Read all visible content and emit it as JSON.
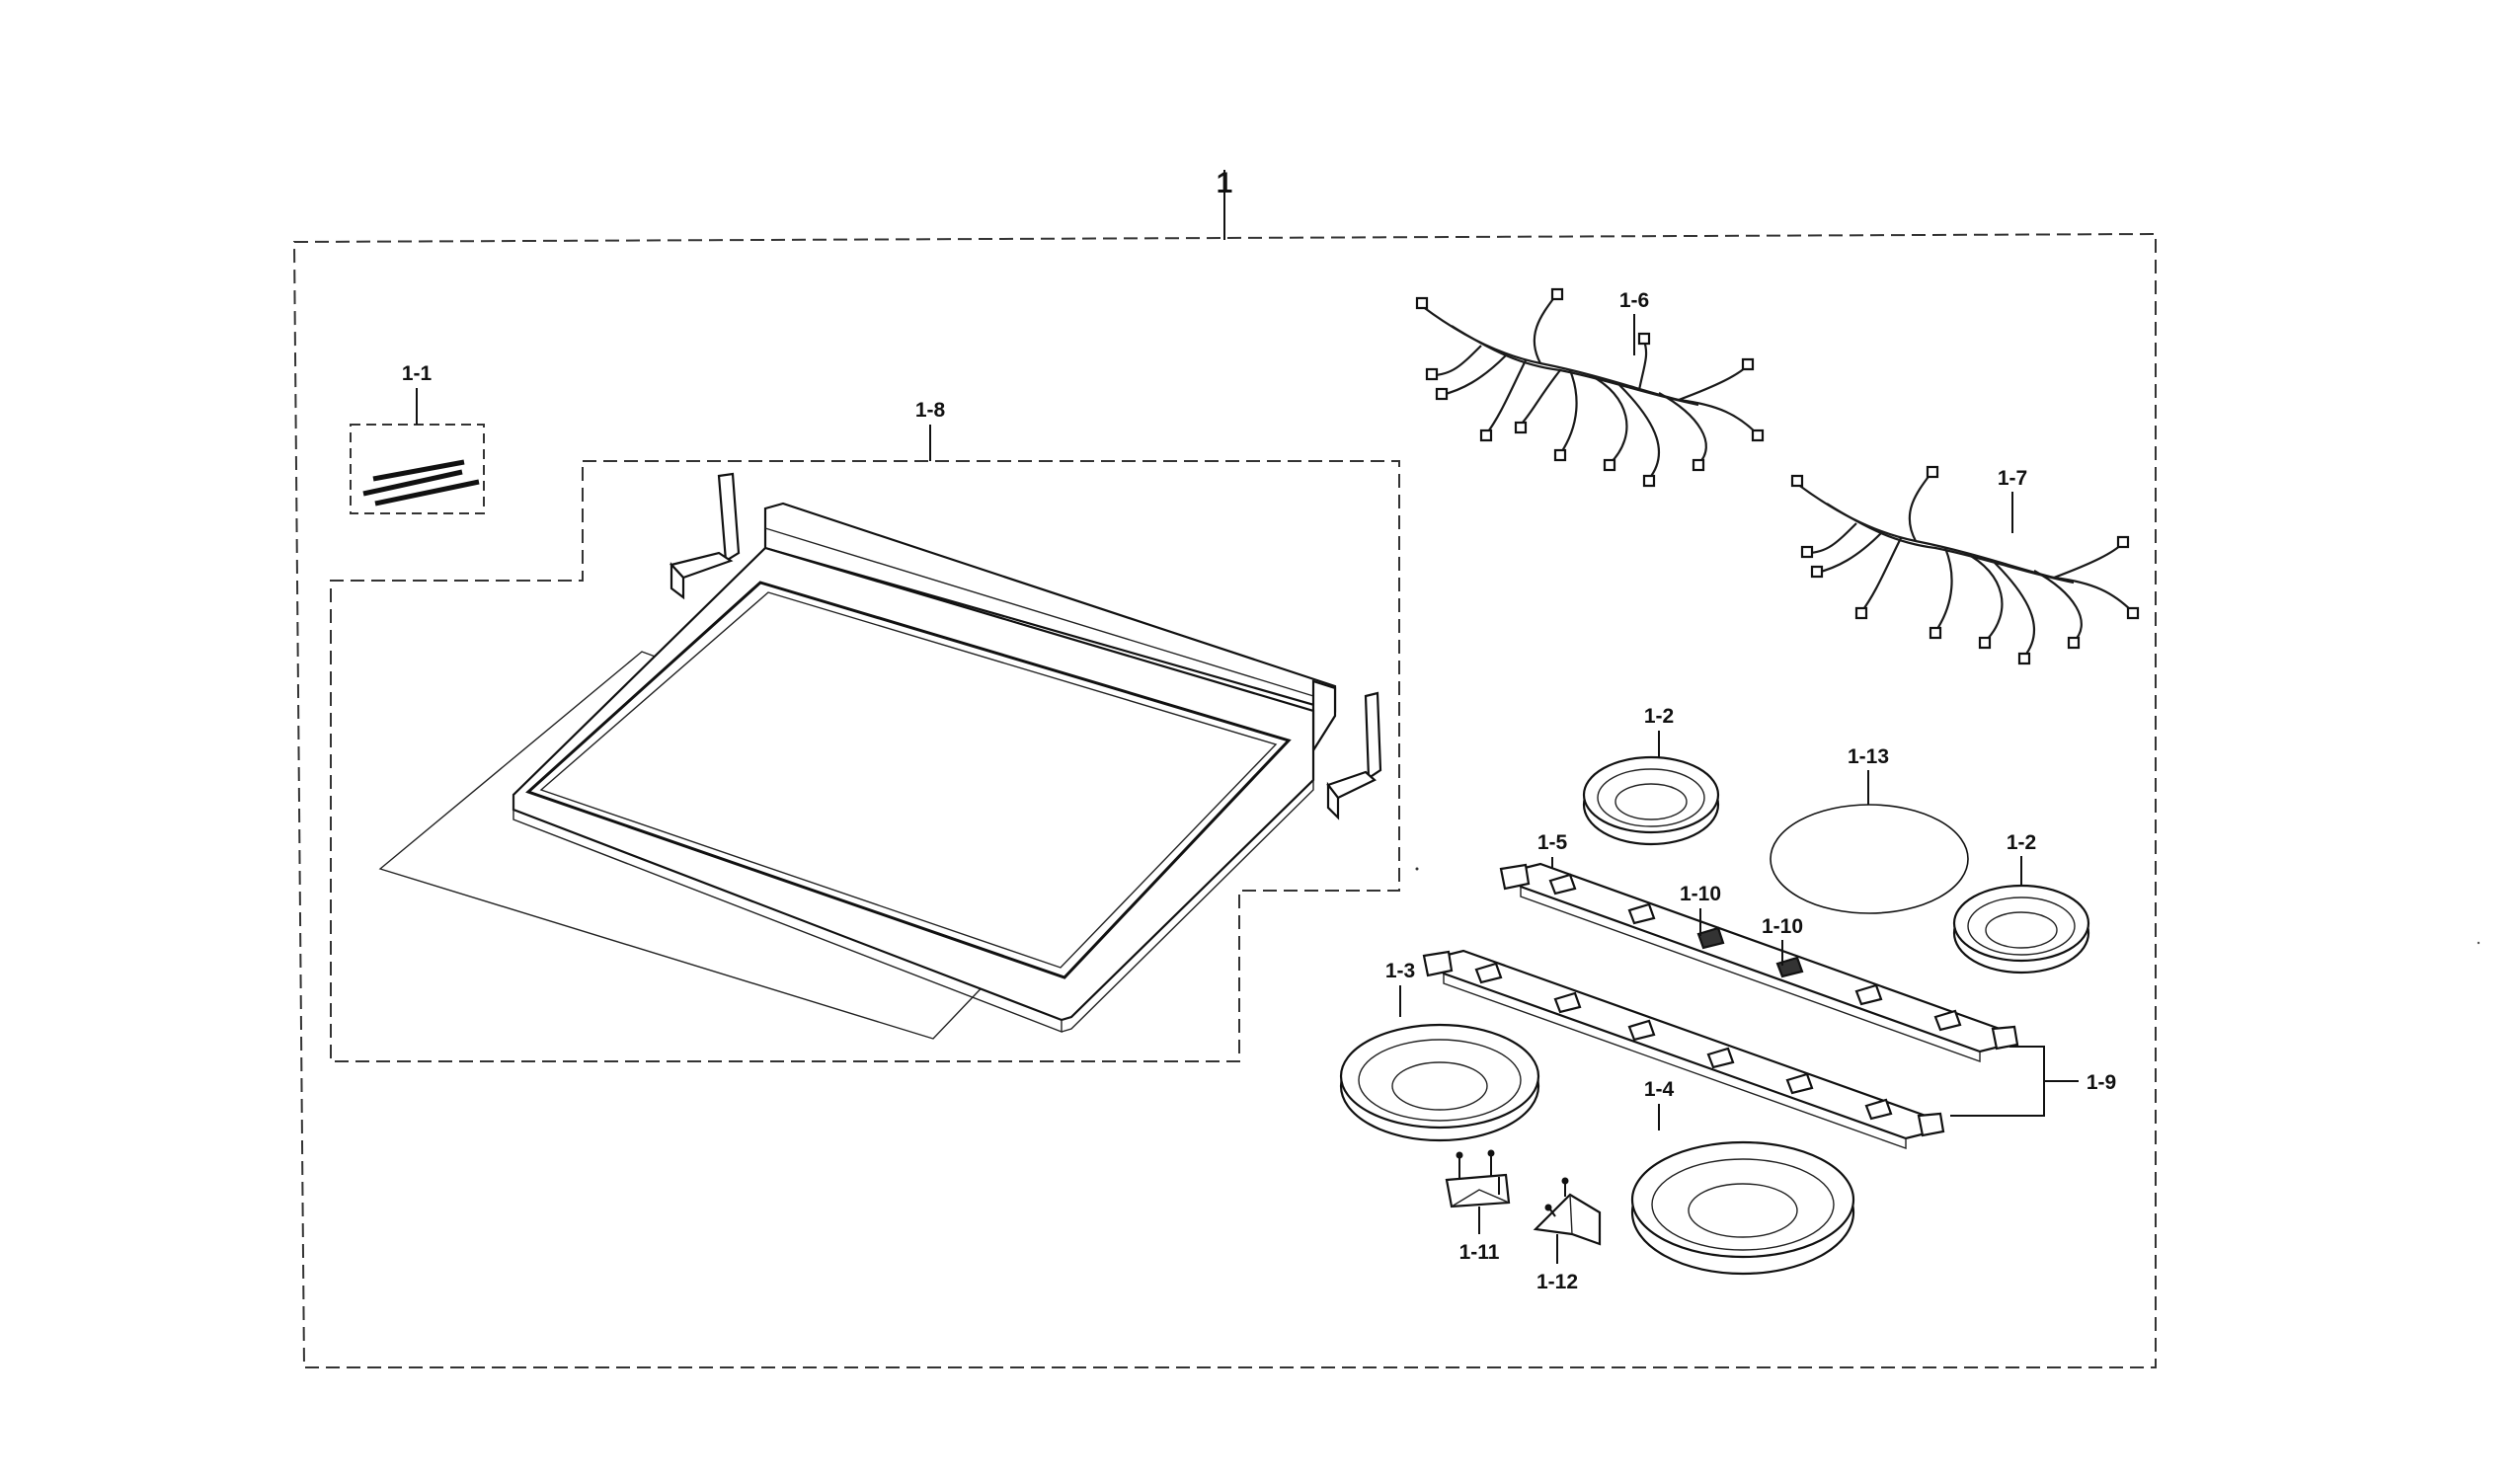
{
  "labels": {
    "assembly": "1",
    "p1_1": "1-1",
    "p1_2a": "1-2",
    "p1_2b": "1-2",
    "p1_3": "1-3",
    "p1_4": "1-4",
    "p1_5": "1-5",
    "p1_6": "1-6",
    "p1_7": "1-7",
    "p1_8": "1-8",
    "p1_9": "1-9",
    "p1_10a": "1-10",
    "p1_10b": "1-10",
    "p1_11": "1-11",
    "p1_12": "1-12",
    "p1_13": "1-13"
  }
}
